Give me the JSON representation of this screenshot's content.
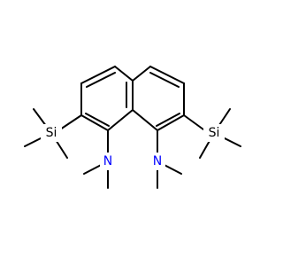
{
  "molecule": {
    "atoms": {
      "si_left": {
        "label": "Si",
        "color": "#000000"
      },
      "si_right": {
        "label": "Si",
        "color": "#000000"
      },
      "n_left": {
        "label": "N",
        "color": "#0000ff"
      },
      "n_right": {
        "label": "N",
        "color": "#0000ff"
      }
    },
    "colors": {
      "bond": "#000000",
      "background": "#ffffff"
    }
  }
}
